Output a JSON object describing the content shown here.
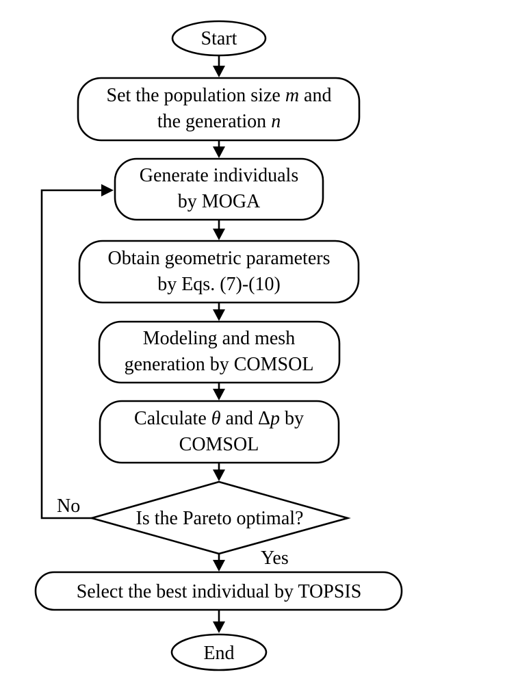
{
  "nodes": {
    "start": {
      "text": "Start"
    },
    "set_params": {
      "line1_a": "Set the population size ",
      "line1_var": "m",
      "line1_b": " and",
      "line2_a": "the generation ",
      "line2_var": "n"
    },
    "generate": {
      "line1": "Generate individuals",
      "line2": "by MOGA"
    },
    "obtain": {
      "line1": "Obtain geometric parameters",
      "line2": "by Eqs. (7)-(10)"
    },
    "modeling": {
      "line1": "Modeling and mesh",
      "line2": "generation by COMSOL"
    },
    "calculate": {
      "line1_a": "Calculate ",
      "line1_var1": "θ",
      "line1_b": " and Δ",
      "line1_var2": "p",
      "line1_c": " by",
      "line2": "COMSOL"
    },
    "decision": {
      "text": "Is the Pareto optimal?"
    },
    "select": {
      "text": "Select the best individual by TOPSIS"
    },
    "end": {
      "text": "End"
    }
  },
  "edges": {
    "no_label": "No",
    "yes_label": "Yes"
  },
  "colors": {
    "stroke": "#000000",
    "fill": "#ffffff",
    "background": "#ffffff"
  }
}
